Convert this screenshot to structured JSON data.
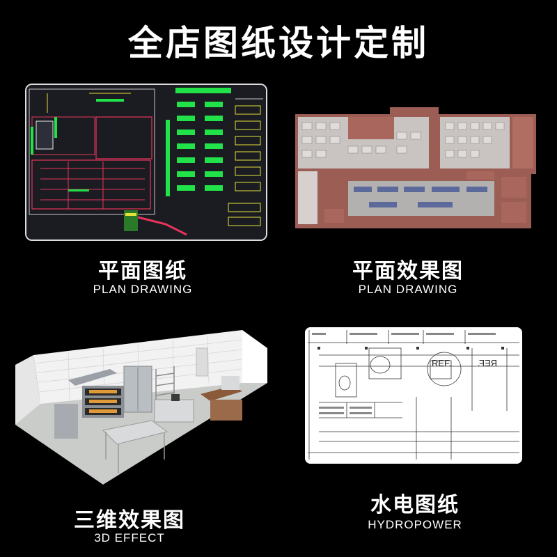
{
  "title": "全店图纸设计定制",
  "items": [
    {
      "title_cn": "平面图纸",
      "title_en": "PLAN DRAWING",
      "image": "cad-floor-plan-drawing"
    },
    {
      "title_cn": "平面效果图",
      "title_en": "PLAN DRAWING",
      "image": "floor-plan-rendering"
    },
    {
      "title_cn": "三维效果图",
      "title_en": "3D EFFECT",
      "image": "3d-kitchen-rendering"
    },
    {
      "title_cn": "水电图纸",
      "title_en": "HYDROPOWER",
      "image": "hydropower-drawing"
    }
  ],
  "drawing_labels": {
    "ref_left": "REF.",
    "ref_right": "REF."
  },
  "colors": {
    "background": "#000000",
    "text": "#ffffff",
    "cad_bg": "#1b1c22",
    "cad_green": "#22e24a",
    "cad_red": "#e8345a",
    "cad_yellow": "#e6e23a",
    "plan_floor": "#9c5d55",
    "plan_room": "#c9c4c2"
  }
}
